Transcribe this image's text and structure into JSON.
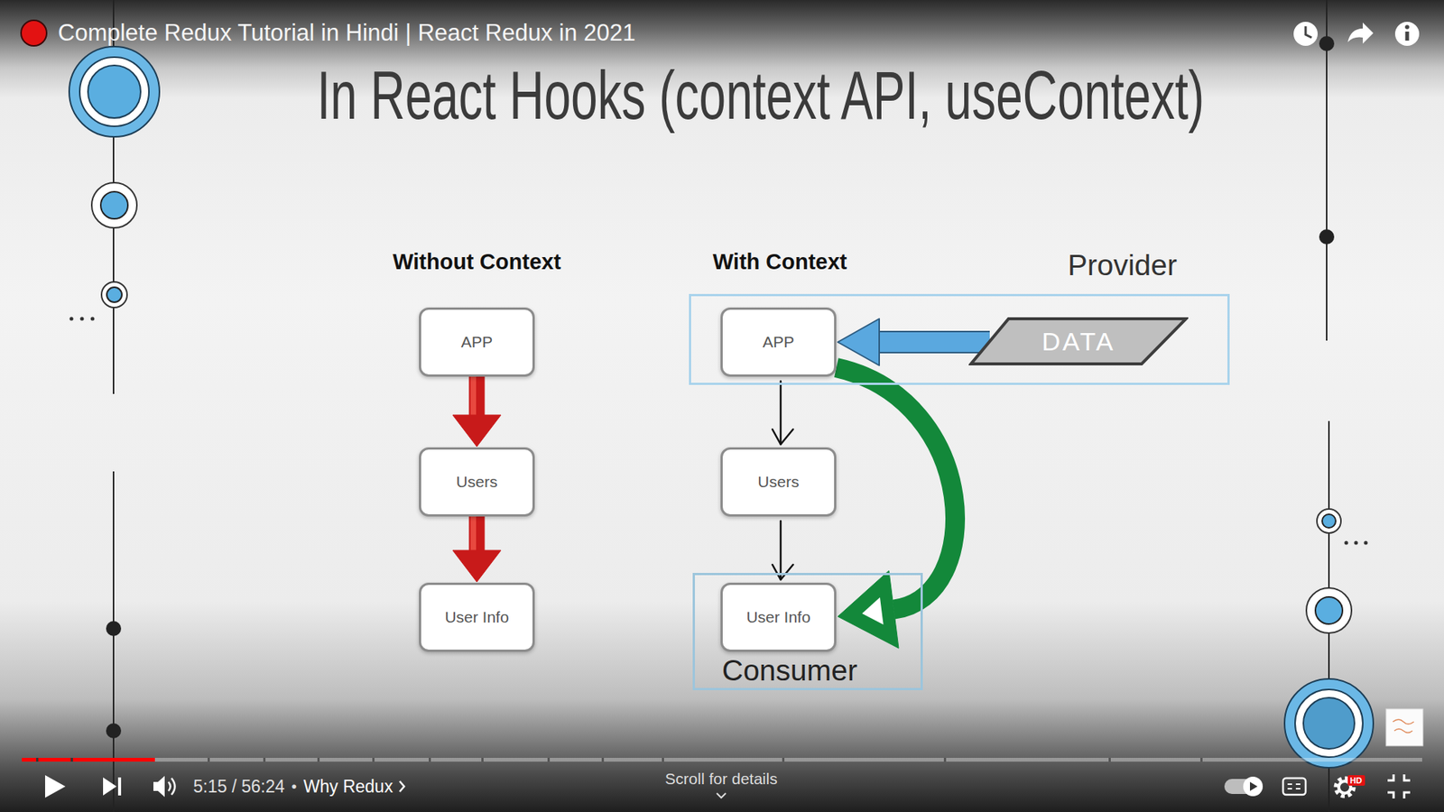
{
  "diagram": {
    "title": "In React Hooks (context API, useContext)",
    "nodes": [
      {
        "text": [
          "APP"
        ]
      },
      {
        "text": [
          "Users"
        ]
      },
      {
        "text": [
          "User Info"
        ]
      },
      {
        "text": [
          "Provider"
        ]
      },
      {
        "text": [
          "APP"
        ],
        "in": 3
      },
      {
        "text": [
          "DATA"
        ],
        "in": 3
      },
      {
        "text": [
          "Users"
        ]
      },
      {
        "text": [
          "Consumer"
        ]
      },
      {
        "text": [
          "User Info"
        ],
        "in": 7
      }
    ],
    "edges": [
      {
        "from": 0,
        "to": 1,
        "arrow": "to"
      },
      {
        "from": 1,
        "to": 2,
        "arrow": "to"
      },
      {
        "from": 4,
        "to": 6,
        "arrow": "to"
      },
      {
        "from": 6,
        "to": 8,
        "arrow": "to"
      },
      {
        "from": 5,
        "to": 4,
        "arrow": "to"
      },
      {
        "from": 4,
        "to": 8,
        "arrow": "to"
      }
    ],
    "labels": [
      "Complete Redux Tutorial in Hindi | React Redux in 2021",
      "Without Context",
      "With Context",
      "5:15 / 56:24",
      "•",
      "Why Redux",
      "Scroll for details",
      "HD"
    ]
  }
}
